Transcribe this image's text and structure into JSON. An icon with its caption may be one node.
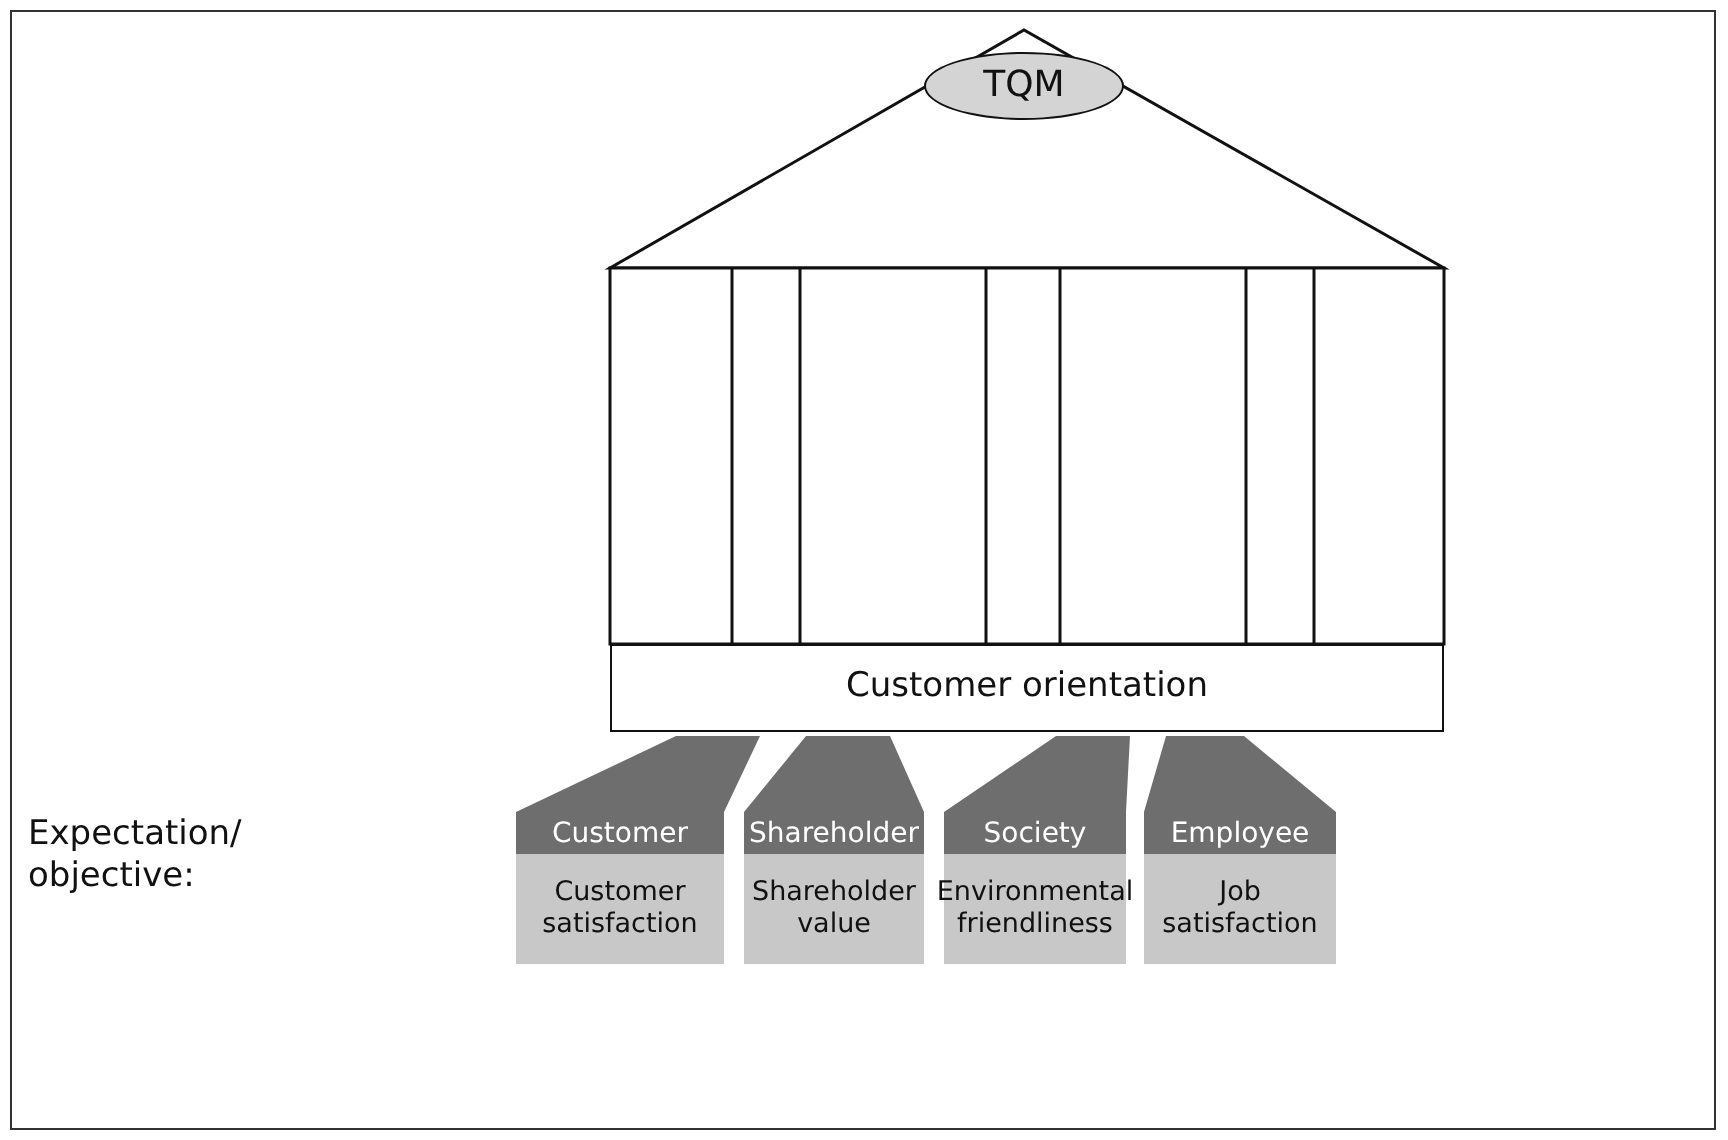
{
  "diagram": {
    "nodes": [
      {
        "text": [
          "TQM"
        ]
      },
      {
        "text": [
          "Customer orientation"
        ]
      },
      {
        "text": [
          "Customer"
        ]
      },
      {
        "text": [
          "Shareholder"
        ]
      },
      {
        "text": [
          "Society"
        ]
      },
      {
        "text": [
          "Employee"
        ]
      },
      {
        "text": [
          "Customer satisfaction"
        ]
      },
      {
        "text": [
          "Shareholder value"
        ]
      },
      {
        "text": [
          "Environmental friendliness"
        ]
      },
      {
        "text": [
          "Job satisfaction"
        ]
      }
    ],
    "labels": [
      "Expectation/ objective:"
    ]
  }
}
